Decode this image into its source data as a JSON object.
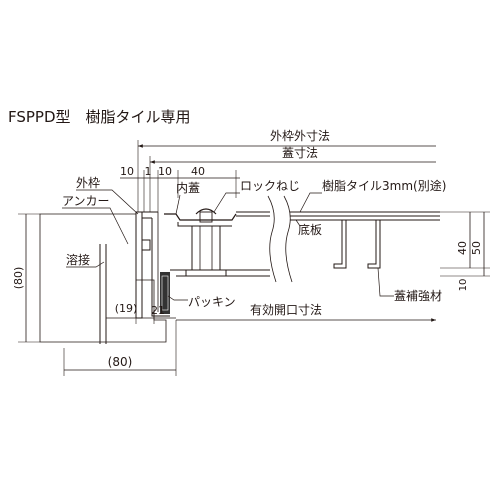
{
  "diagram": {
    "title": "FSPPD型　樹脂タイル専用",
    "labels": {
      "outer_frame_outer": "外枠外寸法",
      "lid": "蓋寸法",
      "outer_frame": "外枠",
      "anchor": "アンカー",
      "welding": "溶接",
      "inner_lid": "内蓋",
      "lock_screw": "ロックねじ",
      "resin_tile": "樹脂タイル3mm(別途)",
      "bottom_plate": "底板",
      "packing": "パッキン",
      "effective_opening": "有効開口寸法",
      "lid_reinforcement": "蓋補強材"
    },
    "dims": {
      "d10a": "10",
      "d1": "1",
      "d10b": "10",
      "d40top": "40",
      "d40side": "40",
      "d50": "50",
      "d10side": "10",
      "d80left": "(80)",
      "d19": "(19)",
      "d21": "21",
      "d80bottom": "(80)"
    }
  },
  "colors": {
    "line": "#231815",
    "concrete_fill": "#f2f2f2",
    "packing_fill": "#333333",
    "background": "#ffffff"
  }
}
